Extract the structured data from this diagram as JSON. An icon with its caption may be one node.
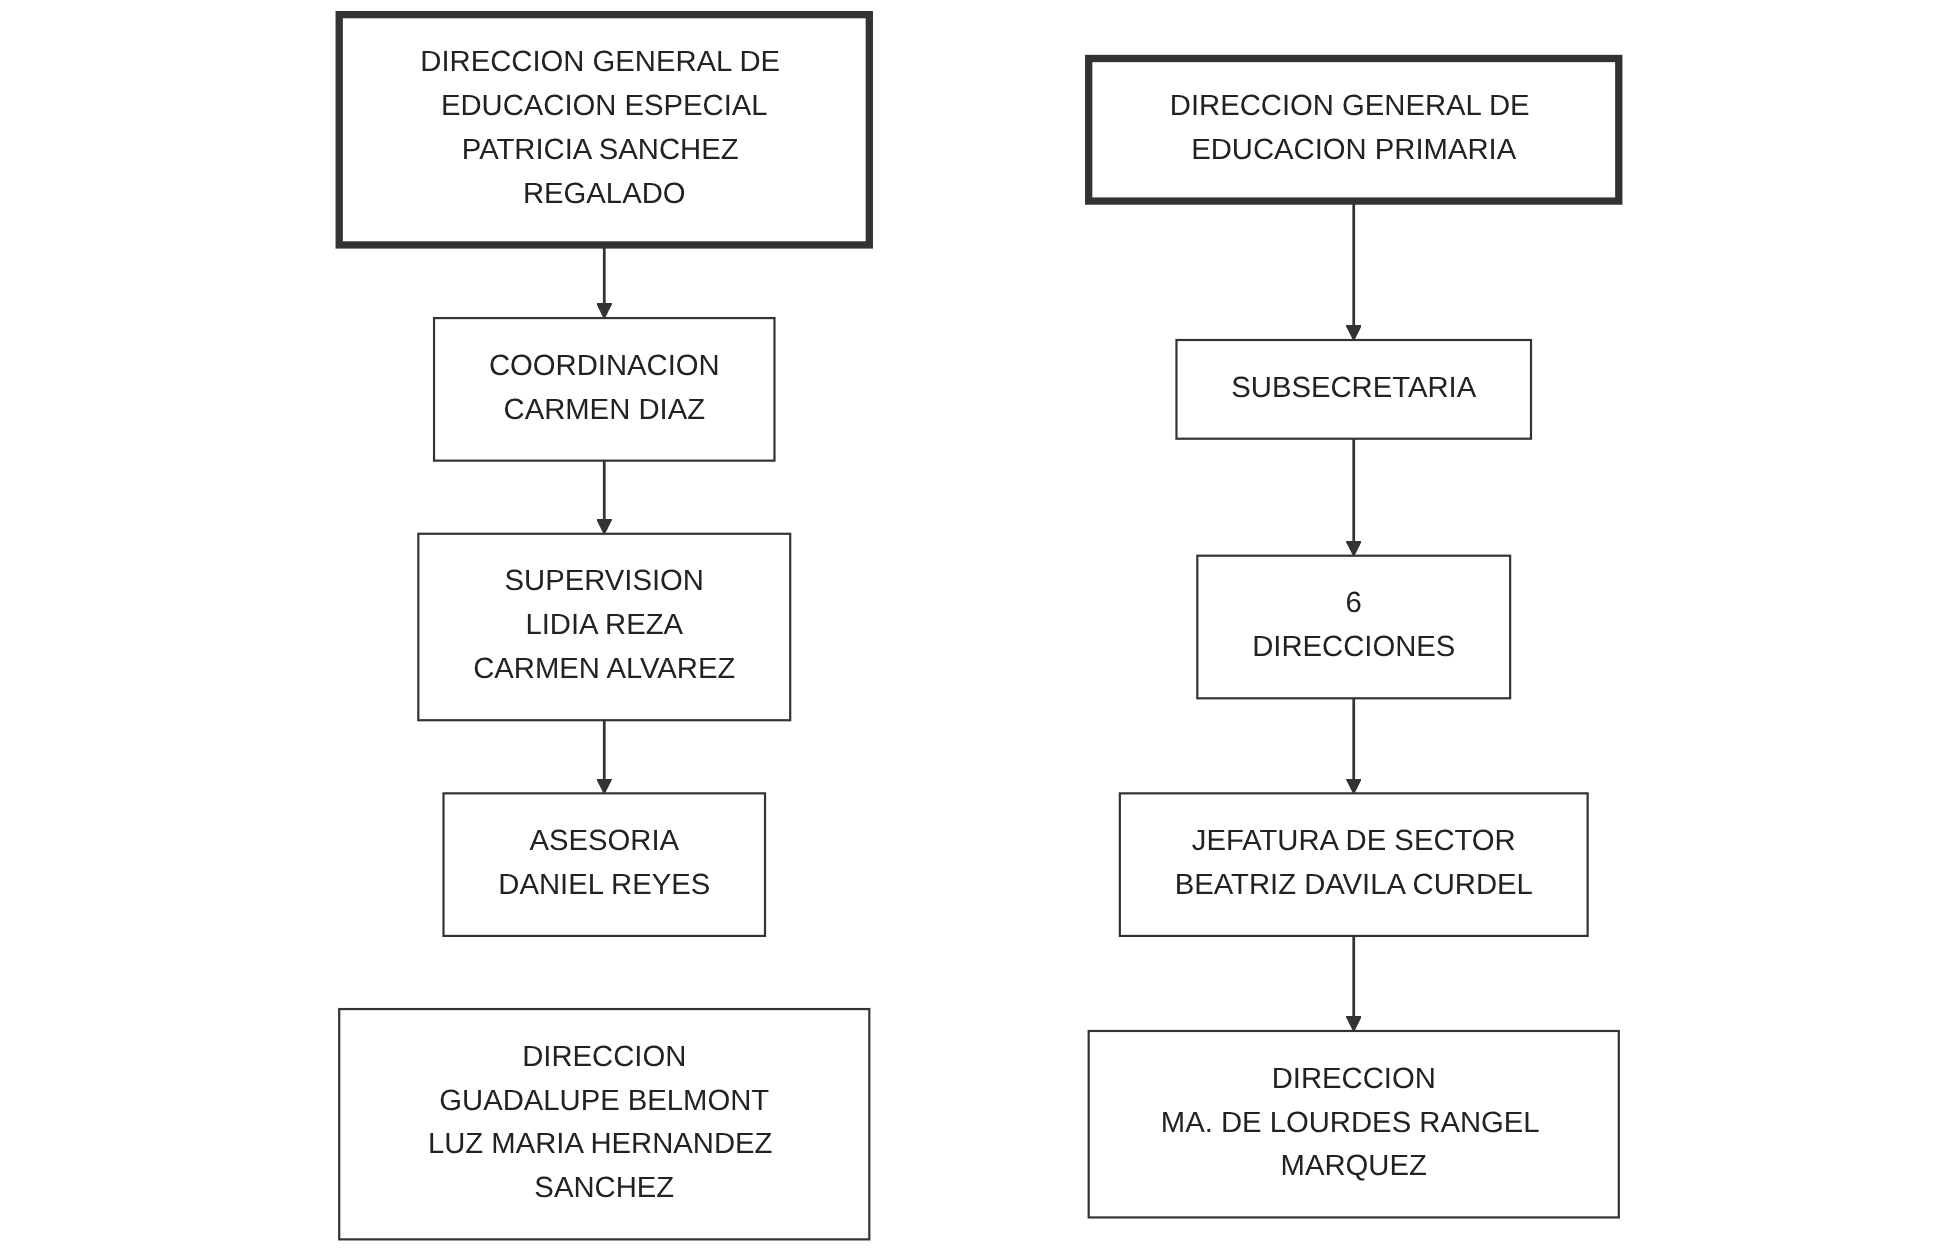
{
  "diagram": {
    "nodes": [
      {
        "text": [
          "DIRECCION GENERAL DE EDUCACION ESPECIAL",
          "PATRICIA SANCHEZ REGALADO"
        ]
      },
      {
        "text": [
          "COORDINACION",
          "CARMEN DIAZ"
        ]
      },
      {
        "text": [
          "SUPERVISION",
          "LIDIA REZA",
          "CARMEN ALVAREZ"
        ]
      },
      {
        "text": [
          "ASESORIA",
          "DANIEL REYES"
        ]
      },
      {
        "text": [
          "DIRECCION",
          "GUADALUPE BELMONT",
          "LUZ MARIA HERNANDEZ SANCHEZ"
        ]
      },
      {
        "text": [
          "DIRECCION GENERAL DE EDUCACION PRIMARIA"
        ]
      },
      {
        "text": [
          "SUBSECRETARIA"
        ]
      },
      {
        "text": [
          "6",
          "DIRECCIONES"
        ]
      },
      {
        "text": [
          "JEFATURA DE SECTOR",
          "BEATRIZ DAVILA CURDEL"
        ]
      },
      {
        "text": [
          "DIRECCION",
          "MA. DE LOURDES RANGEL MARQUEZ"
        ]
      }
    ],
    "edges": [
      {
        "from": 0,
        "to": 1,
        "arrow": "to"
      },
      {
        "from": 1,
        "to": 2,
        "arrow": "to"
      },
      {
        "from": 2,
        "to": 3,
        "arrow": "to"
      },
      {
        "from": 5,
        "to": 6,
        "arrow": "to"
      },
      {
        "from": 6,
        "to": 7,
        "arrow": "to"
      },
      {
        "from": 7,
        "to": 8,
        "arrow": "to"
      },
      {
        "from": 8,
        "to": 9,
        "arrow": "to"
      }
    ]
  }
}
